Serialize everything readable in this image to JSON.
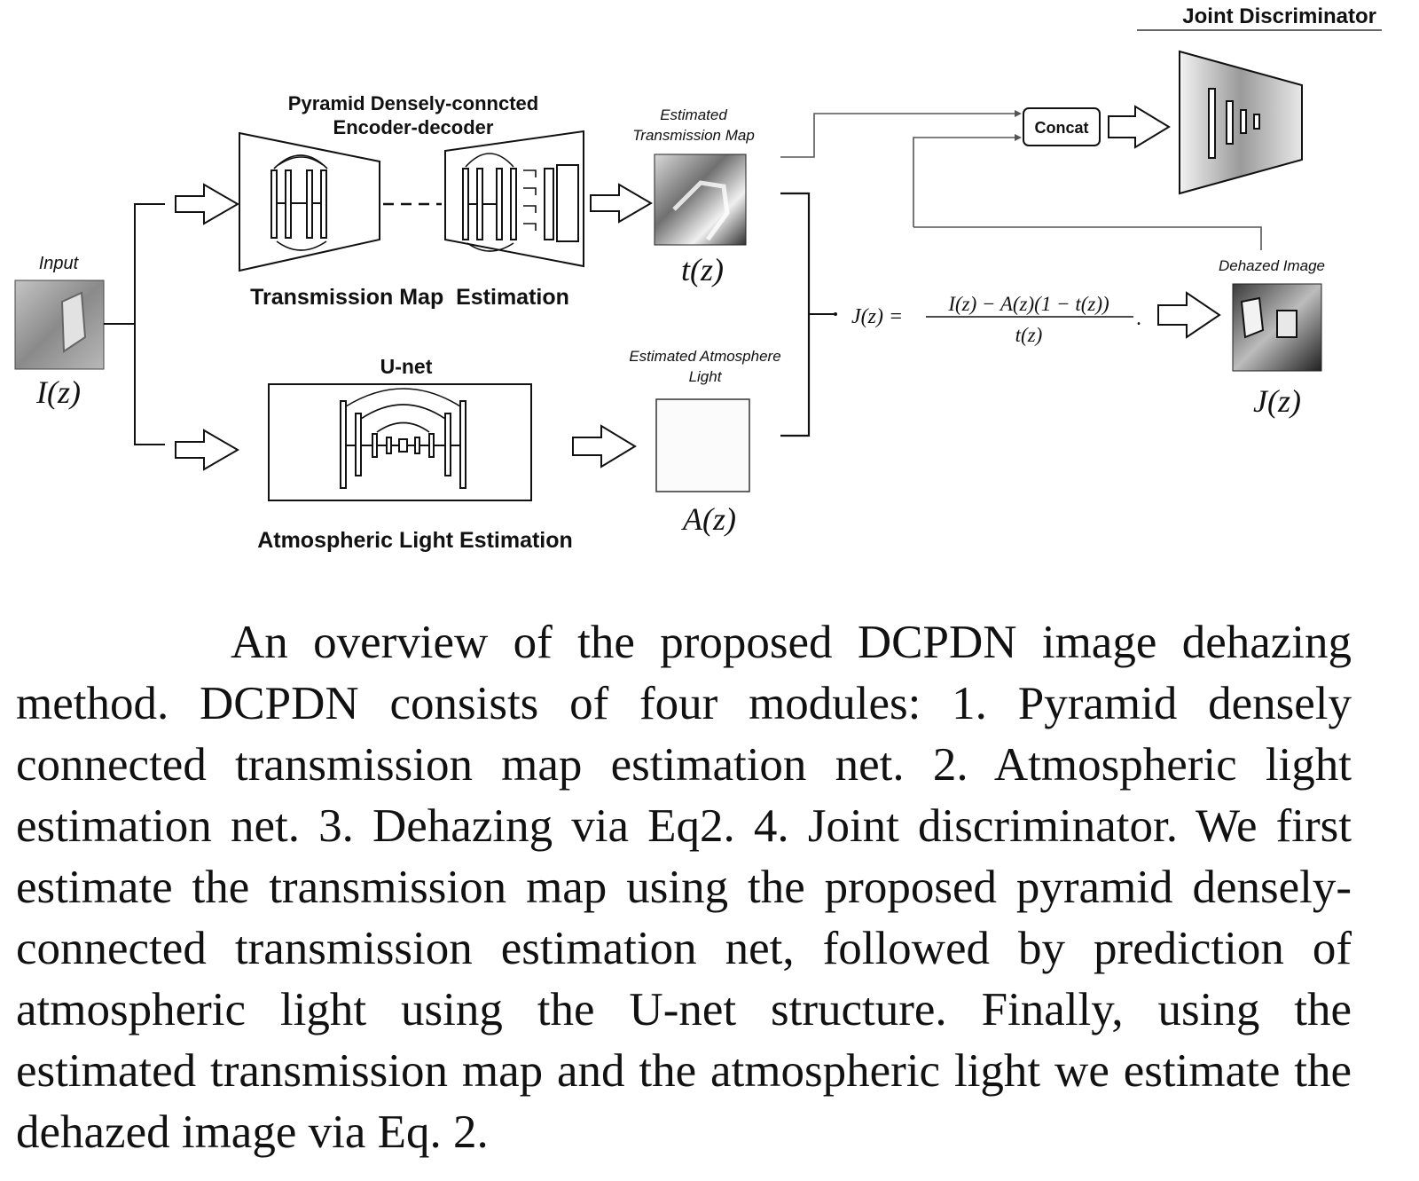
{
  "labels": {
    "joint_discriminator": "Joint Discriminator",
    "pyramid_title_line1": "Pyramid Densely-conncted",
    "pyramid_title_line2": "Encoder-decoder",
    "transmission_map_estimation": "Transmission Map  Estimation",
    "estimated_tmap_line1": "Estimated",
    "estimated_tmap_line2": "Transmission Map",
    "t_of_z": "t(z)",
    "concat": "Concat",
    "dehazed_image": "Dehazed Image",
    "input": "Input",
    "i_of_z": "I(z)",
    "unet": "U-net",
    "estimated_atmo_line1": "Estimated Atmosphere",
    "estimated_atmo_line2": "Light",
    "a_of_z": "A(z)",
    "atmospheric_light_estimation": "Atmospheric Light Estimation",
    "j_of_z": "J(z)",
    "eq_lhs": "J(z) =",
    "eq_numerator": "I(z) − A(z)(1 − t(z))",
    "eq_denominator": "t(z)",
    "eq_period": "."
  },
  "caption": "An overview of the proposed DCPDN image dehazing method. DCPDN consists of four modules: 1. Pyramid densely connected transmission map estimation net. 2. Atmospheric light estimation net. 3. Dehazing via Eq2. 4. Joint discriminator. We first estimate the transmission map using the proposed pyramid densely-connected transmission estimation net, followed by prediction of atmospheric light using the U-net structure. Finally, using the estimated transmission map and the atmospheric light we estimate the dehazed image via Eq. 2."
}
